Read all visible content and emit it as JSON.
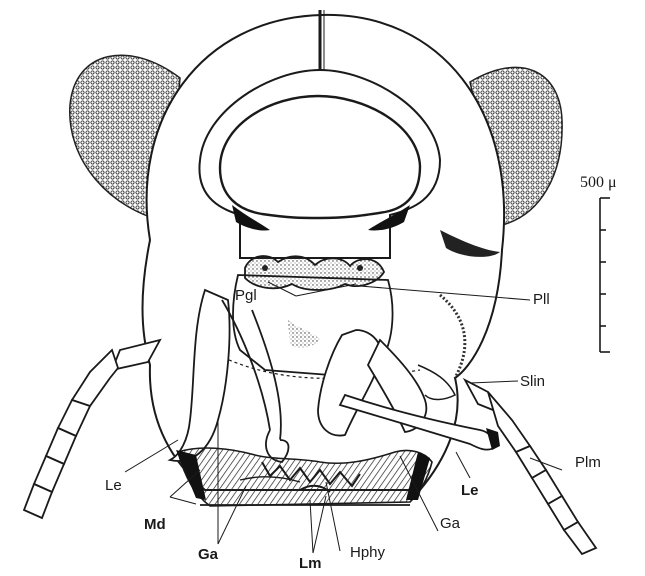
{
  "figure": {
    "labels": {
      "pgl": "Pgl",
      "pll": "Pll",
      "slin": "Slin",
      "plm": "Plm",
      "le_left": "Le",
      "le_right": "Le",
      "md": "Md",
      "ga_left": "Ga",
      "ga_right": "Ga",
      "lm": "Lm",
      "hphy": "Hphy"
    },
    "scale_bar": {
      "label": "500 μ"
    }
  }
}
